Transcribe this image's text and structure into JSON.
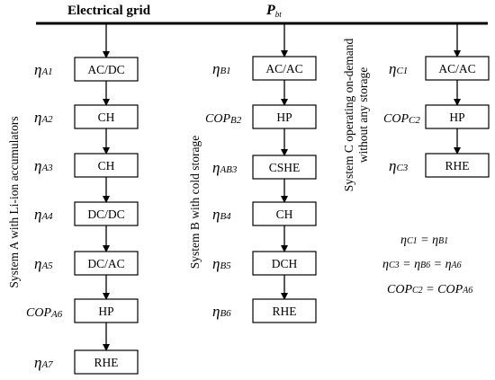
{
  "header": {
    "grid_label": "Electrical grid",
    "power_symbol": "P",
    "power_subscript": "bt"
  },
  "systems": [
    {
      "id": "A",
      "title": "System A with Li-ion accumulators",
      "stages": [
        {
          "block": "AC/DC",
          "symbol": "η",
          "subscript": "A1"
        },
        {
          "block": "CH",
          "symbol": "η",
          "subscript": "A2"
        },
        {
          "block": "CH",
          "symbol": "η",
          "subscript": "A3"
        },
        {
          "block": "DC/DC",
          "symbol": "η",
          "subscript": "A4"
        },
        {
          "block": "DC/AC",
          "symbol": "η",
          "subscript": "A5"
        },
        {
          "block": "HP",
          "symbol": "COP",
          "subscript": "A6"
        },
        {
          "block": "RHE",
          "symbol": "η",
          "subscript": "A7"
        }
      ]
    },
    {
      "id": "B",
      "title": "System B with cold storage",
      "stages": [
        {
          "block": "AC/AC",
          "symbol": "η",
          "subscript": "B1"
        },
        {
          "block": "HP",
          "symbol": "COP",
          "subscript": "B2"
        },
        {
          "block": "CSHE",
          "symbol": "η",
          "subscript": "AB3"
        },
        {
          "block": "CH",
          "symbol": "η",
          "subscript": "B4"
        },
        {
          "block": "DCH",
          "symbol": "η",
          "subscript": "B5"
        },
        {
          "block": "RHE",
          "symbol": "η",
          "subscript": "B6"
        }
      ]
    },
    {
      "id": "C",
      "title_line1": "System C operating on-demand",
      "title_line2": "without any storage",
      "stages": [
        {
          "block": "AC/AC",
          "symbol": "η",
          "subscript": "C1"
        },
        {
          "block": "HP",
          "symbol": "COP",
          "subscript": "C2"
        },
        {
          "block": "RHE",
          "symbol": "η",
          "subscript": "C3"
        }
      ]
    }
  ],
  "equations": [
    {
      "terms": [
        {
          "sym": "η",
          "sub": "C1"
        },
        {
          "sym": "η",
          "sub": "B1"
        }
      ]
    },
    {
      "terms": [
        {
          "sym": "η",
          "sub": "C3"
        },
        {
          "sym": "η",
          "sub": "B6"
        },
        {
          "sym": "η",
          "sub": "A6"
        }
      ]
    },
    {
      "terms": [
        {
          "sym": "COP",
          "sub": "C2"
        },
        {
          "sym": "COP",
          "sub": "A6"
        }
      ]
    }
  ]
}
